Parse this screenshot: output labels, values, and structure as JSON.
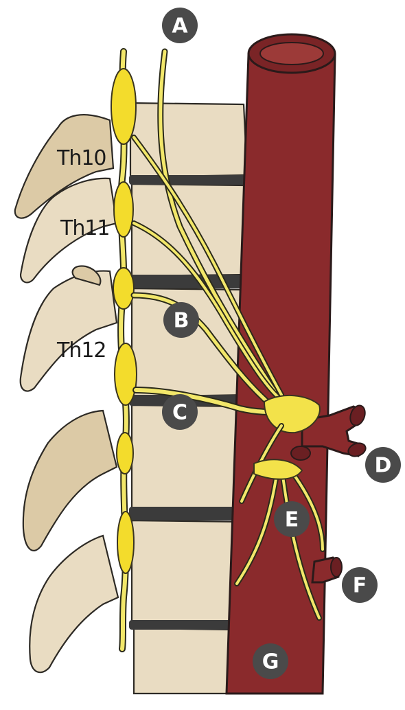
{
  "vertebra_labels": [
    "Th10",
    "Th11",
    "Th12"
  ],
  "markers": [
    "A",
    "B",
    "C",
    "D",
    "E",
    "F",
    "G"
  ],
  "colors": {
    "bone": "#e9dcc2",
    "nerve": "#f3dc2c",
    "aorta": "#8a2a2c",
    "marker": "#4a4a4a"
  }
}
